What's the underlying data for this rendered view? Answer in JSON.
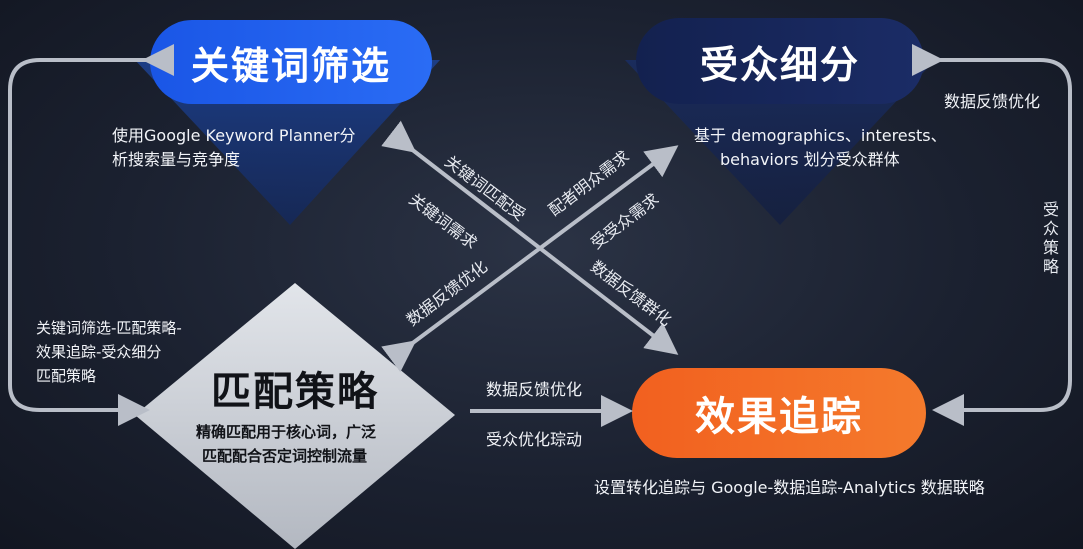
{
  "nodes": {
    "keyword_filter": {
      "title": "关键词筛选",
      "desc_line1": "使用Google Keyword Planner分",
      "desc_line2": "析搜索量与竞争度"
    },
    "audience_segment": {
      "title": "受众细分",
      "desc_line1": "基于 demographics、interests、",
      "desc_line2": "behaviors 划分受众群体"
    },
    "match_strategy": {
      "title": "匹配策略",
      "desc_line1": "精确匹配用于核心词，广泛",
      "desc_line2": "匹配配合否定词控制流量"
    },
    "effect_tracking": {
      "title": "效果追踪",
      "desc": "设置转化追踪与 Google-数据追踪-Analytics 数据联略"
    }
  },
  "edge_labels": {
    "top_right_outer": "数据反馈优化",
    "right_vertical": "受众策略",
    "left_loop_line1": "关键词筛选-匹配策略-",
    "left_loop_line2": "效果追踪-受众细分",
    "left_loop_line3": "匹配策略",
    "bottom_mid_upper": "数据反馈优化",
    "bottom_mid_lower": "受众优化琮动",
    "diag_upper_right": "关键词匹配受",
    "diag_upper_right2": "配者明众需求",
    "diag_upper_left": "关键词需求",
    "diag_right_mid": "受受众需求",
    "diag_lower_left": "数据反馈优化",
    "diag_lower_right": "数据反馈群化"
  },
  "colors": {
    "keyword_filter": "#1f5de8",
    "audience_segment": "#16265a",
    "match_strategy": "#c7cbd2",
    "effect_tracking": "#f0581e",
    "arrow": "#b9bec8"
  }
}
